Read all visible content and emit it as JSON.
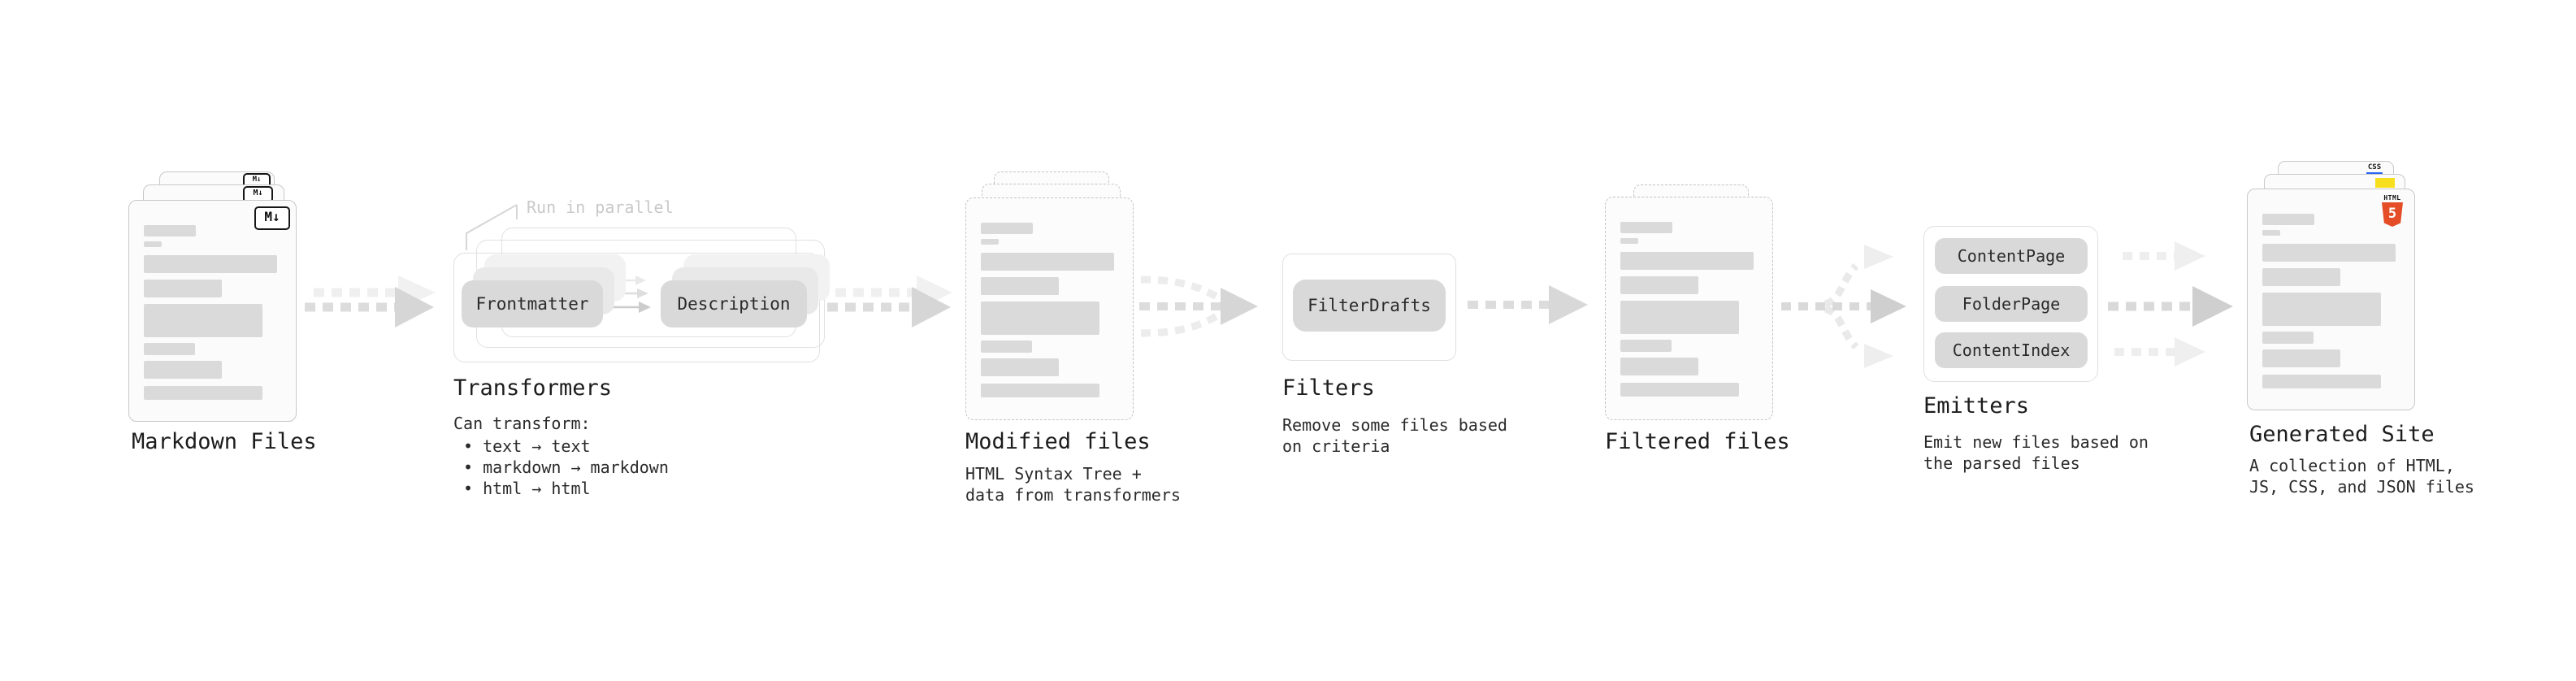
{
  "markdown": {
    "label": "Markdown Files",
    "badge": "M↓"
  },
  "transformers": {
    "note": "Run in parallel",
    "source": "Frontmatter",
    "target": "Description",
    "title": "Transformers",
    "heading": "Can transform:",
    "bullets": [
      "• text → text",
      "• markdown → markdown",
      "• html → html"
    ]
  },
  "modified": {
    "title": "Modified files",
    "sub1": "HTML Syntax Tree +",
    "sub2": "data from transformers"
  },
  "filters": {
    "button": "FilterDrafts",
    "title": "Filters",
    "sub1": "Remove some files based",
    "sub2": "on criteria"
  },
  "filtered": {
    "title": "Filtered files"
  },
  "emitters": {
    "buttons": [
      "ContentPage",
      "FolderPage",
      "ContentIndex"
    ],
    "title": "Emitters",
    "sub1": "Emit new files based on",
    "sub2": "the parsed files"
  },
  "generated": {
    "title": "Generated Site",
    "sub1": "A collection of HTML,",
    "sub2": "JS, CSS, and JSON files",
    "css_label": "CSS",
    "html_label": "HTML",
    "html_number": "5"
  },
  "colors": {
    "html5_orange": "#e44d26",
    "js_yellow": "#f7df1e",
    "css_blue": "#2965f1"
  }
}
